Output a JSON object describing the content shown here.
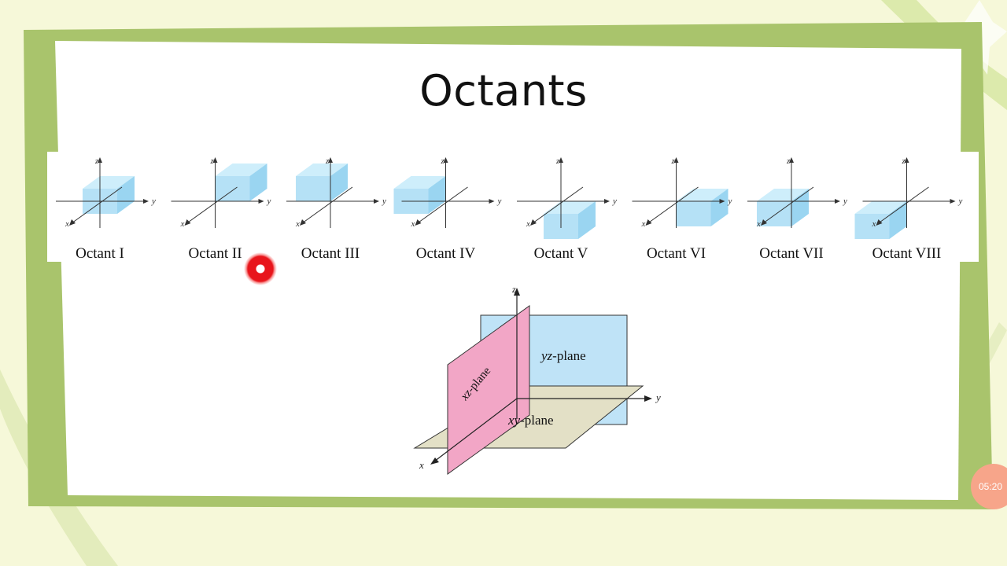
{
  "slide": {
    "title": "Octants",
    "timer": "05:20"
  },
  "octants": [
    {
      "label": "Octant I",
      "signs": [
        1,
        1,
        1
      ]
    },
    {
      "label": "Octant II",
      "signs": [
        -1,
        1,
        1
      ]
    },
    {
      "label": "Octant III",
      "signs": [
        -1,
        -1,
        1
      ]
    },
    {
      "label": "Octant IV",
      "signs": [
        1,
        -1,
        1
      ]
    },
    {
      "label": "Octant V",
      "signs": [
        1,
        1,
        -1
      ]
    },
    {
      "label": "Octant VI",
      "signs": [
        -1,
        1,
        -1
      ]
    },
    {
      "label": "Octant VII",
      "signs": [
        -1,
        -1,
        -1
      ]
    },
    {
      "label": "Octant VIII",
      "signs": [
        1,
        -1,
        -1
      ]
    }
  ],
  "axes": {
    "x": "x",
    "y": "y",
    "z": "z"
  },
  "planes": {
    "xz": {
      "prefix": "xz",
      "suffix": "-plane",
      "color": "#f2a6c6"
    },
    "yz": {
      "prefix": "yz",
      "suffix": "-plane",
      "color": "#bfe3f7"
    },
    "xy": {
      "prefix": "xy",
      "suffix": "-plane",
      "color": "#e3e0c6"
    }
  },
  "colors": {
    "frame": "#a9c46c",
    "background": "#f6f8d9",
    "box": "#a8dcf5",
    "cursor": "#e8151b"
  }
}
